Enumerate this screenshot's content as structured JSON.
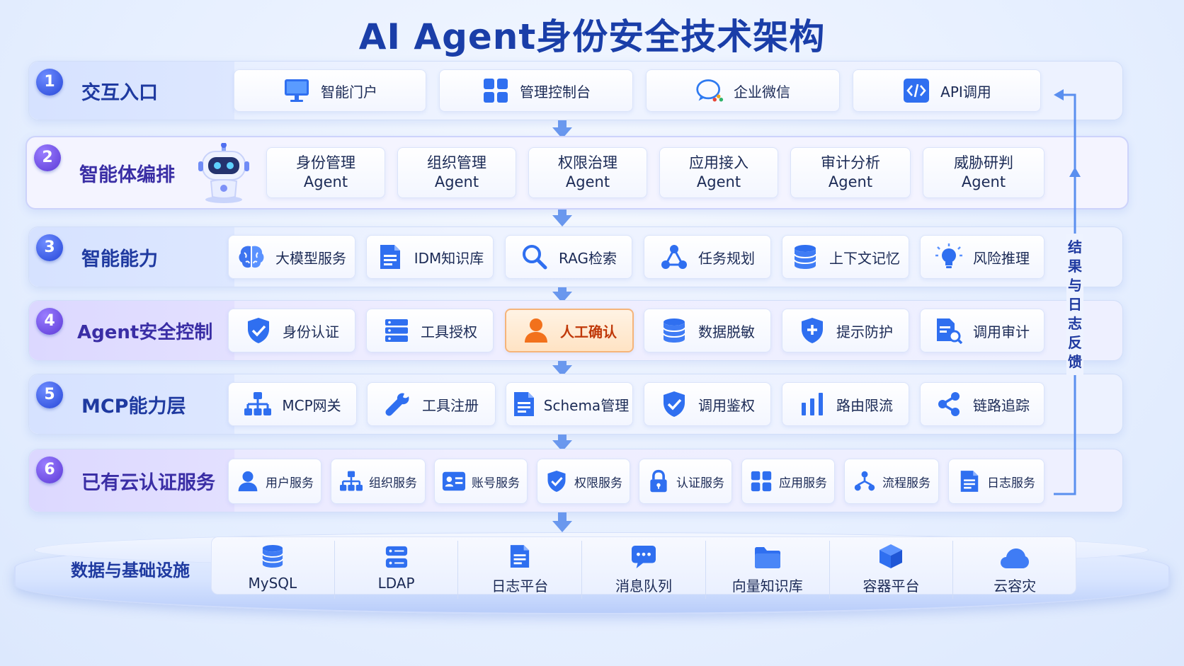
{
  "title": "AI Agent身份安全技术架构",
  "colors": {
    "primary": "#2f5fe0",
    "accent_orange": "#f2711c",
    "purple": "#5c3ad6",
    "title": "#1a3ea8"
  },
  "layers": [
    {
      "num": "1",
      "name": "交互入口",
      "items": [
        {
          "label": "智能门户",
          "icon": "monitor-icon"
        },
        {
          "label": "管理控制台",
          "icon": "grid-icon"
        },
        {
          "label": "企业微信",
          "icon": "chat-icon"
        },
        {
          "label": "API调用",
          "icon": "code-icon"
        }
      ]
    },
    {
      "num": "2",
      "name": "智能体编排",
      "items": [
        {
          "line1": "身份管理",
          "line2": "Agent"
        },
        {
          "line1": "组织管理",
          "line2": "Agent"
        },
        {
          "line1": "权限治理",
          "line2": "Agent"
        },
        {
          "line1": "应用接入",
          "line2": "Agent"
        },
        {
          "line1": "审计分析",
          "line2": "Agent"
        },
        {
          "line1": "威胁研判",
          "line2": "Agent"
        }
      ]
    },
    {
      "num": "3",
      "name": "智能能力",
      "items": [
        {
          "label": "大模型服务",
          "icon": "brain-icon"
        },
        {
          "label": "IDM知识库",
          "icon": "document-icon"
        },
        {
          "label": "RAG检索",
          "icon": "search-icon"
        },
        {
          "label": "任务规划",
          "icon": "network-icon"
        },
        {
          "label": "上下文记忆",
          "icon": "database-icon"
        },
        {
          "label": "风险推理",
          "icon": "lightbulb-icon"
        }
      ]
    },
    {
      "num": "4",
      "name": "Agent安全控制",
      "items": [
        {
          "label": "身份认证",
          "icon": "shield-check-icon"
        },
        {
          "label": "工具授权",
          "icon": "server-icon"
        },
        {
          "label": "人工确认",
          "icon": "user-icon"
        },
        {
          "label": "数据脱敏",
          "icon": "database-icon"
        },
        {
          "label": "提示防护",
          "icon": "shield-plus-icon"
        },
        {
          "label": "调用审计",
          "icon": "audit-icon"
        }
      ]
    },
    {
      "num": "5",
      "name": "MCP能力层",
      "items": [
        {
          "label": "MCP网关",
          "icon": "hierarchy-icon"
        },
        {
          "label": "工具注册",
          "icon": "wrench-icon"
        },
        {
          "label": "Schema管理",
          "icon": "document-icon"
        },
        {
          "label": "调用鉴权",
          "icon": "shield-check-icon"
        },
        {
          "label": "路由限流",
          "icon": "bar-chart-icon"
        },
        {
          "label": "链路追踪",
          "icon": "share-icon"
        }
      ]
    },
    {
      "num": "6",
      "name": "已有云认证服务",
      "items": [
        {
          "label": "用户服务",
          "icon": "user-icon"
        },
        {
          "label": "组织服务",
          "icon": "hierarchy-icon"
        },
        {
          "label": "账号服务",
          "icon": "id-card-icon"
        },
        {
          "label": "权限服务",
          "icon": "shield-check-icon"
        },
        {
          "label": "认证服务",
          "icon": "lock-icon"
        },
        {
          "label": "应用服务",
          "icon": "grid-icon"
        },
        {
          "label": "流程服务",
          "icon": "flow-icon"
        },
        {
          "label": "日志服务",
          "icon": "document-icon"
        }
      ]
    }
  ],
  "infra": {
    "name": "数据与基础设施",
    "items": [
      {
        "label": "MySQL",
        "icon": "database-icon"
      },
      {
        "label": "LDAP",
        "icon": "server-icon"
      },
      {
        "label": "日志平台",
        "icon": "document-icon"
      },
      {
        "label": "消息队列",
        "icon": "message-icon"
      },
      {
        "label": "向量知识库",
        "icon": "folder-icon"
      },
      {
        "label": "容器平台",
        "icon": "cube-icon"
      },
      {
        "label": "云容灾",
        "icon": "cloud-icon"
      }
    ]
  },
  "feedback": "结果与日志反馈"
}
